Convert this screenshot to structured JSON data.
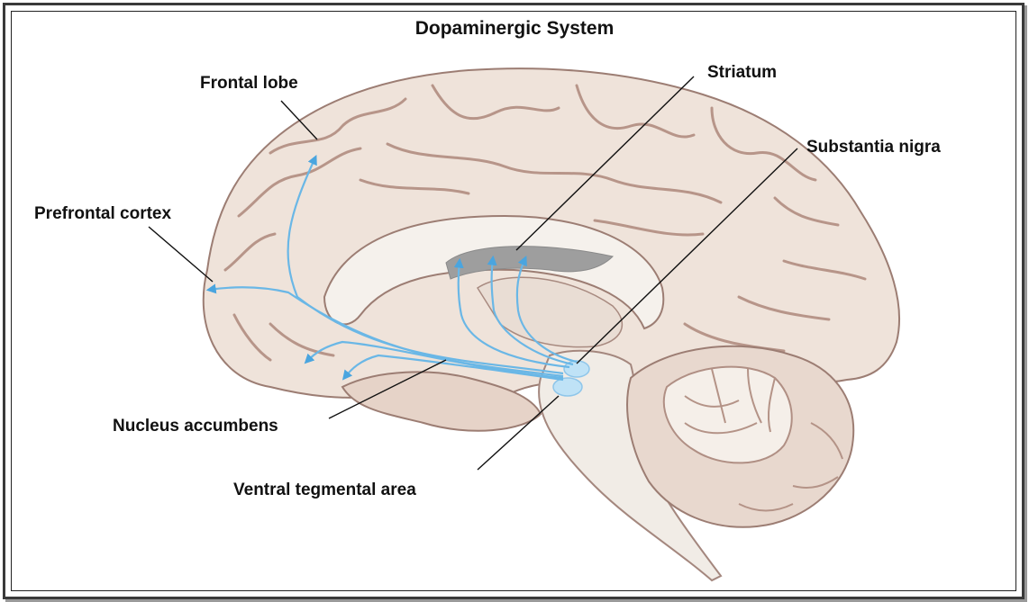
{
  "title": "Dopaminergic System",
  "labels": {
    "frontal_lobe": "Frontal lobe",
    "striatum": "Striatum",
    "substantia_nigra": "Substantia nigra",
    "prefrontal_cortex": "Prefrontal cortex",
    "nucleus_accumbens": "Nucleus accumbens",
    "ventral_tegmental_area": "Ventral tegmental area"
  },
  "colors": {
    "brain_tissue": "#ece0d6",
    "sulcus": "#b9978c",
    "pathway": "#6ab7e6",
    "nucleus": "#bfe2f6",
    "striatum": "#9a9a9a"
  }
}
